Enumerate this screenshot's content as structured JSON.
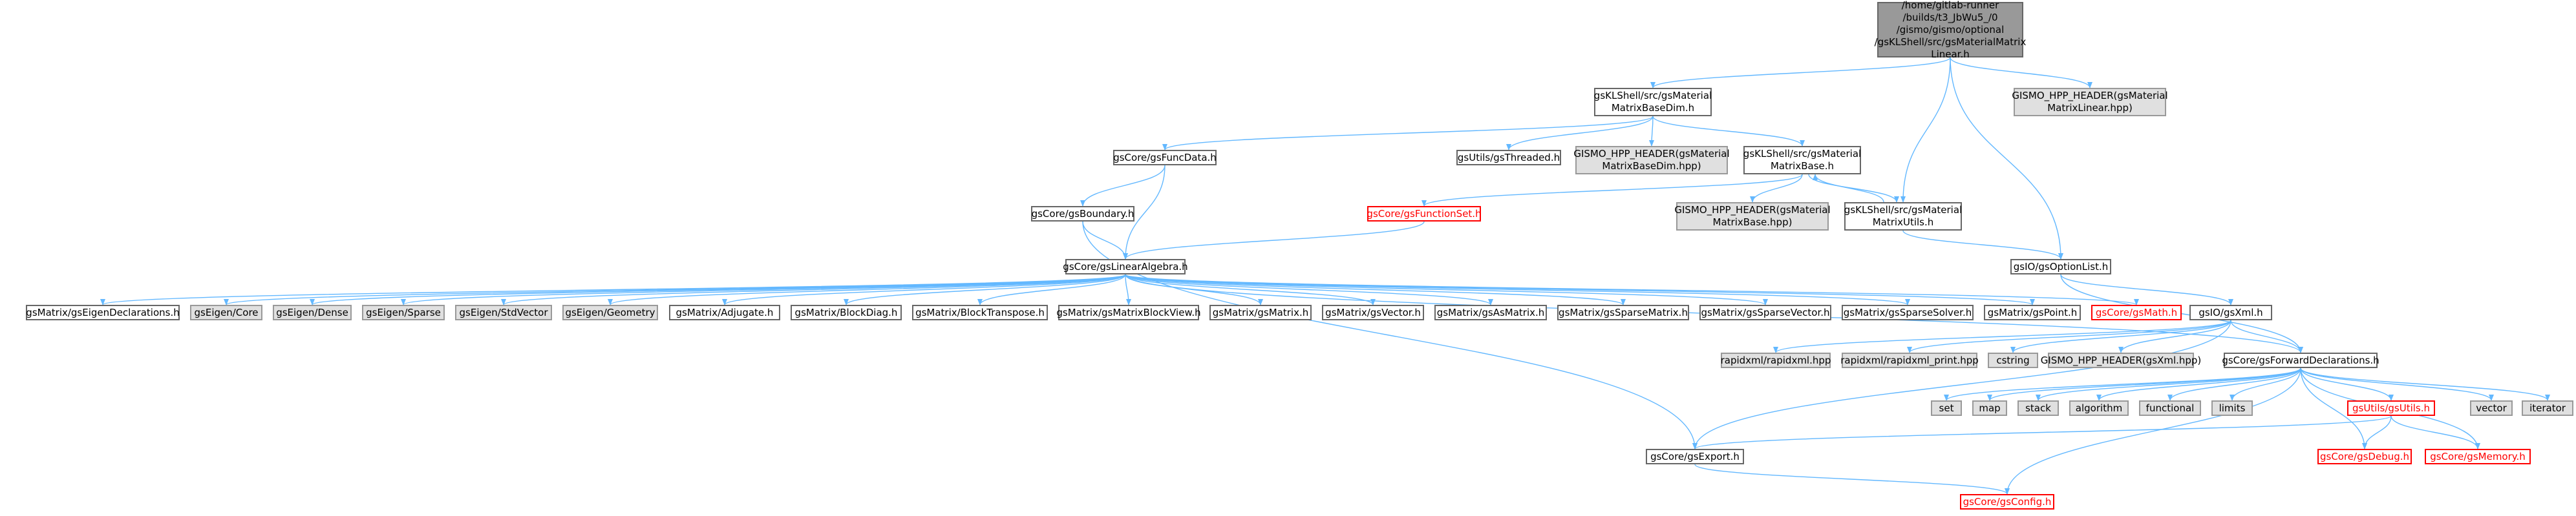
{
  "colors": {
    "edge": "#63b8ff",
    "node_border": "#666666",
    "external_fill": "#e0e0e0",
    "root_fill": "#999999",
    "missing": "#ff0000"
  },
  "nodes": {
    "root": "/home/gitlab-runner\n/builds/t3_JbWu5_/0\n/gismo/gismo/optional\n/gsKLShell/src/gsMaterialMatrix\nLinear.h",
    "matrixBaseDim": "gsKLShell/src/gsMaterial\nMatrixBaseDim.h",
    "hppLinear": "GISMO_HPP_HEADER(gsMaterial\nMatrixLinear.hpp)",
    "funcData": "gsCore/gsFuncData.h",
    "threaded": "gsUtils/gsThreaded.h",
    "hppBaseDim": "GISMO_HPP_HEADER(gsMaterial\nMatrixBaseDim.hpp)",
    "matrixBase": "gsKLShell/src/gsMaterial\nMatrixBase.h",
    "boundary": "gsCore/gsBoundary.h",
    "functionSet": "gsCore/gsFunctionSet.h",
    "hppBase": "GISMO_HPP_HEADER(gsMaterial\nMatrixBase.hpp)",
    "matrixUtils": "gsKLShell/src/gsMaterial\nMatrixUtils.h",
    "optionList": "gsIO/gsOptionList.h",
    "linearAlgebra": "gsCore/gsLinearAlgebra.h",
    "eigenDecl": "gsMatrix/gsEigenDeclarations.h",
    "eigenCore": "gsEigen/Core",
    "eigenDense": "gsEigen/Dense",
    "eigenSparse": "gsEigen/Sparse",
    "eigenStdVector": "gsEigen/StdVector",
    "eigenGeometry": "gsEigen/Geometry",
    "adjugate": "gsMatrix/Adjugate.h",
    "blockDiag": "gsMatrix/BlockDiag.h",
    "blockTranspose": "gsMatrix/BlockTranspose.h",
    "matrixBlockView": "gsMatrix/gsMatrixBlockView.h",
    "gsMatrix": "gsMatrix/gsMatrix.h",
    "gsVector": "gsMatrix/gsVector.h",
    "asMatrix": "gsMatrix/gsAsMatrix.h",
    "sparseMatrix": "gsMatrix/gsSparseMatrix.h",
    "sparseVector": "gsMatrix/gsSparseVector.h",
    "sparseSolver": "gsMatrix/gsSparseSolver.h",
    "gsPoint": "gsMatrix/gsPoint.h",
    "gsMath": "gsCore/gsMath.h",
    "gsXml": "gsIO/gsXml.h",
    "rapidxml": "rapidxml/rapidxml.hpp",
    "rapidxmlPrint": "rapidxml/rapidxml_print.hpp",
    "cstring": "cstring",
    "hppXml": "GISMO_HPP_HEADER(gsXml.hpp)",
    "fwdDecl": "gsCore/gsForwardDeclarations.h",
    "set": "set",
    "map": "map",
    "stack": "stack",
    "algorithm": "algorithm",
    "functional": "functional",
    "limits": "limits",
    "utils": "gsUtils/gsUtils.h",
    "vector": "vector",
    "iterator": "iterator",
    "gsExport": "gsCore/gsExport.h",
    "gsDebug": "gsCore/gsDebug.h",
    "gsMemory": "gsCore/gsMemory.h",
    "gsConfig": "gsCore/gsConfig.h"
  },
  "edges": [
    [
      "root",
      "matrixBaseDim"
    ],
    [
      "root",
      "hppLinear"
    ],
    [
      "root",
      "matrixUtils"
    ],
    [
      "root",
      "optionList"
    ],
    [
      "matrixBaseDim",
      "funcData"
    ],
    [
      "matrixBaseDim",
      "threaded"
    ],
    [
      "matrixBaseDim",
      "hppBaseDim"
    ],
    [
      "matrixBaseDim",
      "matrixBase"
    ],
    [
      "funcData",
      "boundary"
    ],
    [
      "funcData",
      "linearAlgebra"
    ],
    [
      "boundary",
      "linearAlgebra"
    ],
    [
      "boundary",
      "gsExport"
    ],
    [
      "matrixBase",
      "functionSet"
    ],
    [
      "matrixBase",
      "hppBase"
    ],
    [
      "matrixBase",
      "matrixUtils"
    ],
    [
      "matrixUtils",
      "matrixBase"
    ],
    [
      "matrixUtils",
      "optionList"
    ],
    [
      "functionSet",
      "linearAlgebra"
    ],
    [
      "linearAlgebra",
      "eigenDecl"
    ],
    [
      "linearAlgebra",
      "eigenCore"
    ],
    [
      "linearAlgebra",
      "eigenDense"
    ],
    [
      "linearAlgebra",
      "eigenSparse"
    ],
    [
      "linearAlgebra",
      "eigenStdVector"
    ],
    [
      "linearAlgebra",
      "eigenGeometry"
    ],
    [
      "linearAlgebra",
      "adjugate"
    ],
    [
      "linearAlgebra",
      "blockDiag"
    ],
    [
      "linearAlgebra",
      "blockTranspose"
    ],
    [
      "linearAlgebra",
      "matrixBlockView"
    ],
    [
      "linearAlgebra",
      "gsMatrix"
    ],
    [
      "linearAlgebra",
      "gsVector"
    ],
    [
      "linearAlgebra",
      "asMatrix"
    ],
    [
      "linearAlgebra",
      "sparseMatrix"
    ],
    [
      "linearAlgebra",
      "sparseVector"
    ],
    [
      "linearAlgebra",
      "sparseSolver"
    ],
    [
      "linearAlgebra",
      "gsPoint"
    ],
    [
      "linearAlgebra",
      "gsMath"
    ],
    [
      "linearAlgebra",
      "fwdDecl"
    ],
    [
      "optionList",
      "gsXml"
    ],
    [
      "optionList",
      "fwdDecl"
    ],
    [
      "gsXml",
      "rapidxml"
    ],
    [
      "gsXml",
      "rapidxmlPrint"
    ],
    [
      "gsXml",
      "cstring"
    ],
    [
      "gsXml",
      "hppXml"
    ],
    [
      "gsXml",
      "fwdDecl"
    ],
    [
      "gsXml",
      "gsExport"
    ],
    [
      "fwdDecl",
      "set"
    ],
    [
      "fwdDecl",
      "map"
    ],
    [
      "fwdDecl",
      "stack"
    ],
    [
      "fwdDecl",
      "algorithm"
    ],
    [
      "fwdDecl",
      "functional"
    ],
    [
      "fwdDecl",
      "limits"
    ],
    [
      "fwdDecl",
      "utils"
    ],
    [
      "fwdDecl",
      "vector"
    ],
    [
      "fwdDecl",
      "iterator"
    ],
    [
      "fwdDecl",
      "gsDebug"
    ],
    [
      "fwdDecl",
      "gsMemory"
    ],
    [
      "fwdDecl",
      "gsConfig"
    ],
    [
      "utils",
      "gsExport"
    ],
    [
      "utils",
      "gsDebug"
    ],
    [
      "utils",
      "gsMemory"
    ],
    [
      "gsExport",
      "gsConfig"
    ]
  ]
}
